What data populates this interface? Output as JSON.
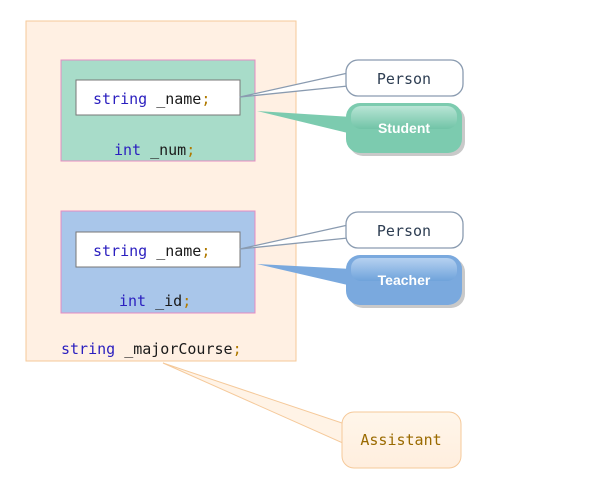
{
  "outer": {
    "code": {
      "type": "string",
      "name": "_majorCourse",
      "semi": ";"
    }
  },
  "student_block": {
    "inner_code": {
      "type": "string",
      "name": "_name",
      "semi": ";"
    },
    "code": {
      "type": "int",
      "name": "_num",
      "semi": ";"
    },
    "callout_base": "Person",
    "callout_derived": "Student"
  },
  "teacher_block": {
    "inner_code": {
      "type": "string",
      "name": "_name",
      "semi": ";"
    },
    "code": {
      "type": "int",
      "name": "_id",
      "semi": ";"
    },
    "callout_base": "Person",
    "callout_derived": "Teacher"
  },
  "assistant_callout": "Assistant",
  "colors": {
    "outer_fill": "#fff0e3",
    "outer_stroke": "#f5c99a",
    "student_fill": "#a8dcc9",
    "teacher_fill": "#a9c6ea",
    "student_bubble": "#7ccbaf",
    "teacher_bubble": "#7aa9de",
    "keyword": "#2b1fbf",
    "assistant_text": "#9a6a00"
  }
}
